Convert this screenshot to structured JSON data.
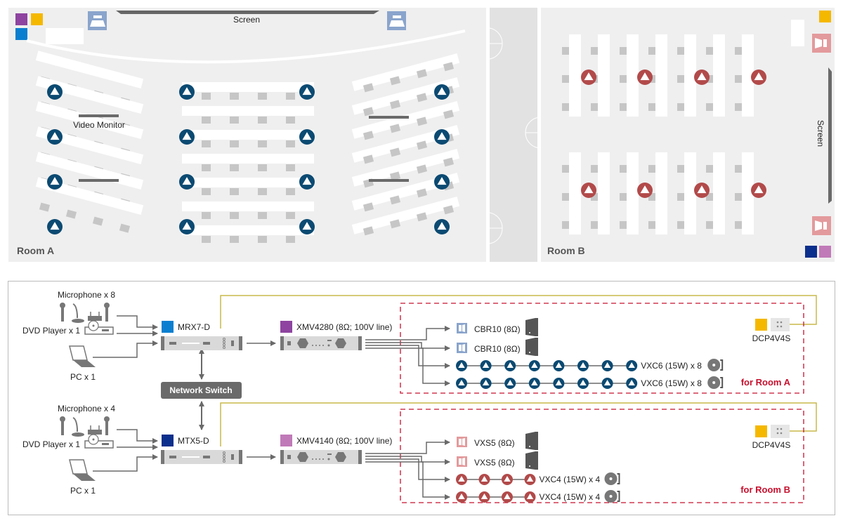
{
  "floor_plan": {
    "room_a": {
      "label": "Room A",
      "screen_label": "Screen",
      "video_monitor_label": "Video Monitor",
      "ceiling_speaker_count": 16,
      "legend_colors": [
        "#8e44a0",
        "#f5b800",
        "#0a7fd0"
      ]
    },
    "room_b": {
      "label": "Room B",
      "screen_label": "Screen",
      "ceiling_speaker_count": 8,
      "legend_colors": [
        "#f5b800",
        "#0b2f8c",
        "#c07ab8"
      ]
    }
  },
  "colors": {
    "room_a_speaker": "#0b4a72",
    "room_b_speaker": "#b24a4a",
    "mrx7d": "#0a7fd0",
    "mtx5d": "#0b2f8c",
    "xmv4280": "#8e44a0",
    "xmv4140": "#c07ab8",
    "dcp": "#f5b800",
    "control_line": "#c9b94a",
    "zone_border": "#c8102e"
  },
  "diagram": {
    "network_switch": "Network Switch",
    "system_a": {
      "inputs": {
        "microphone": "Microphone x 8",
        "dvd": "DVD Player x 1",
        "pc": "PC x 1"
      },
      "processor": "MRX7-D",
      "amplifier": "XMV4280 (8Ω; 100V line)",
      "outputs": [
        {
          "label": "CBR10 (8Ω)",
          "type": "cabinet"
        },
        {
          "label": "CBR10 (8Ω)",
          "type": "cabinet"
        },
        {
          "label": "VXC6 (15W) x 8",
          "type": "ceiling",
          "count": 8
        },
        {
          "label": "VXC6 (15W) x 8",
          "type": "ceiling",
          "count": 8
        }
      ],
      "controller": "DCP4V4S",
      "zone_label": "for Room A"
    },
    "system_b": {
      "inputs": {
        "microphone": "Microphone x 4",
        "dvd": "DVD Player x 1",
        "pc": "PC x 1"
      },
      "processor": "MTX5-D",
      "amplifier": "XMV4140 (8Ω; 100V line)",
      "outputs": [
        {
          "label": "VXS5 (8Ω)",
          "type": "cabinet"
        },
        {
          "label": "VXS5 (8Ω)",
          "type": "cabinet"
        },
        {
          "label": "VXC4 (15W) x 4",
          "type": "ceiling",
          "count": 4
        },
        {
          "label": "VXC4 (15W) x 4",
          "type": "ceiling",
          "count": 4
        }
      ],
      "controller": "DCP4V4S",
      "zone_label": "for Room B"
    }
  }
}
